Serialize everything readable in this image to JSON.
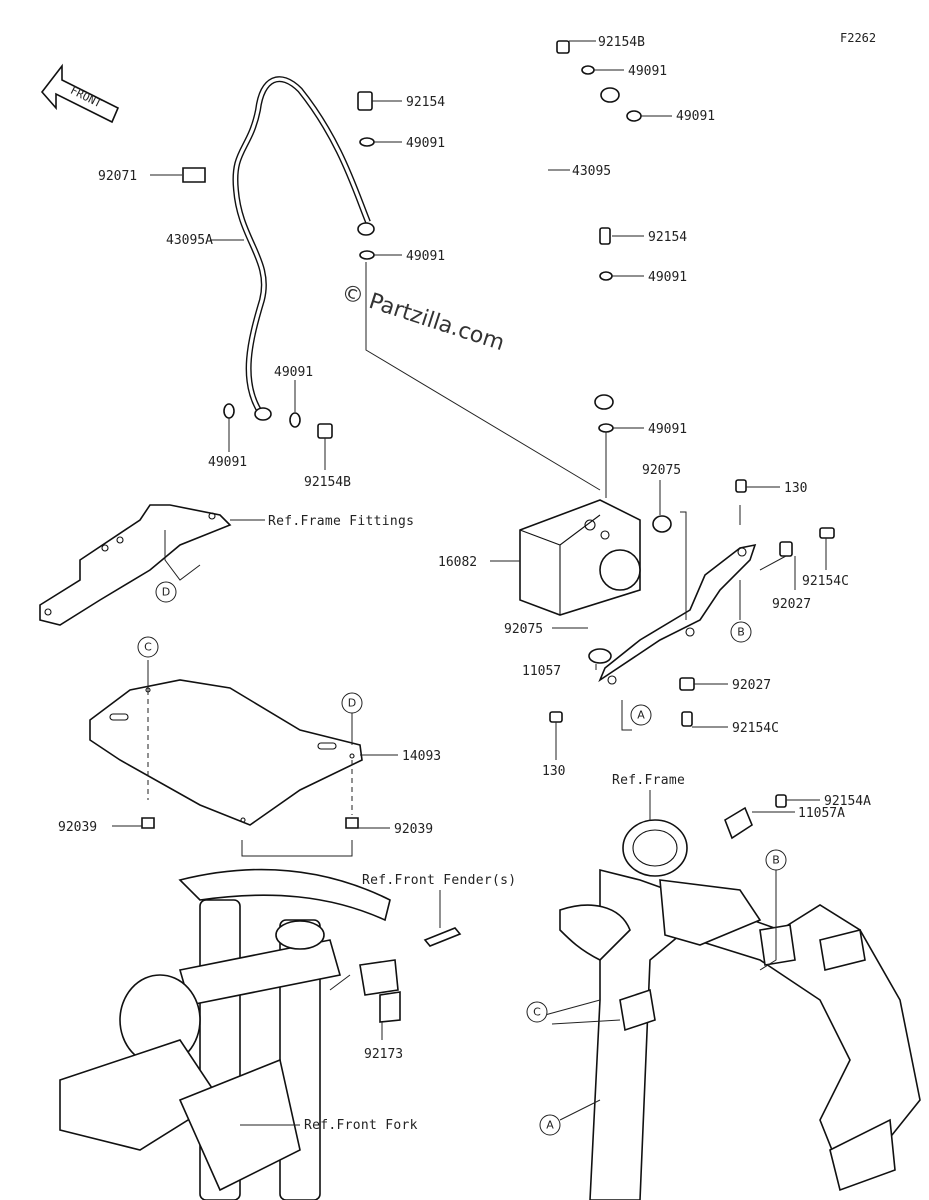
{
  "diagram_code": "F2262",
  "watermark": "© Partzilla.com",
  "front_arrow_label": "FRONT",
  "parts": {
    "p92154B_top": "92154B",
    "p49091_a": "49091",
    "p49091_b": "49091",
    "p43095": "43095",
    "p92154_right": "92154",
    "p49091_c": "49091",
    "p49091_d": "49091",
    "p92154_left": "92154",
    "p49091_e": "49091",
    "p49091_f": "49091",
    "p92071": "92071",
    "p43095A": "43095A",
    "p49091_g": "49091",
    "p49091_h": "49091",
    "p92154B_low": "92154B",
    "p92075_a": "92075",
    "p130_a": "130",
    "p16082": "16082",
    "p92154C_a": "92154C",
    "p92027_a": "92027",
    "p92075_b": "92075",
    "p11057": "11057",
    "p92027_b": "92027",
    "p92154C_b": "92154C",
    "p130_b": "130",
    "p14093": "14093",
    "p92039_a": "92039",
    "p92039_b": "92039",
    "p92154A": "92154A",
    "p11057A": "11057A",
    "p92173": "92173"
  },
  "refs": {
    "frame_fittings": "Ref.Frame Fittings",
    "frame": "Ref.Frame",
    "front_fender": "Ref.Front Fender(s)",
    "front_fork": "Ref.Front Fork"
  },
  "callouts": {
    "a": "A",
    "b": "B",
    "c": "C",
    "d": "D"
  }
}
